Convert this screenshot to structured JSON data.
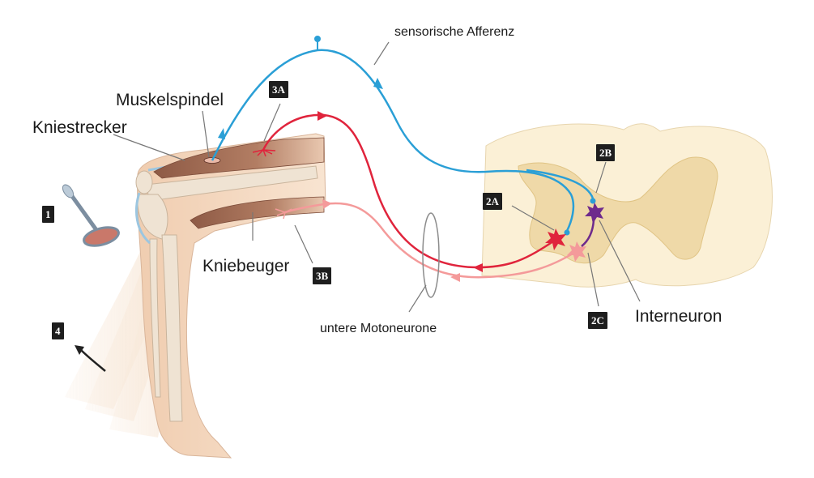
{
  "labels": {
    "sensory_afferent": "sensorische Afferenz",
    "muscle_spindle": "Muskelspindel",
    "knee_extensor": "Kniestrecker",
    "knee_flexor": "Kniebeuger",
    "lower_motoneurons": "untere Motoneurone",
    "interneuron": "Interneuron"
  },
  "badges": {
    "step_1": "1",
    "step_2a": "2A",
    "step_2b": "2B",
    "step_2c": "2C",
    "step_3a": "3A",
    "step_3b": "3B",
    "step_4": "4"
  },
  "colors": {
    "afferent": "#2a9fd6",
    "motoneuron_extensor": "#e0243c",
    "motoneuron_flexor": "#f49a9a",
    "interneuron": "#6e2a8c",
    "spinal_cord": "#fbf0d6",
    "gray_matter": "#efd9a8",
    "skin": "#f4d7bc",
    "muscle": "#a86d55"
  }
}
